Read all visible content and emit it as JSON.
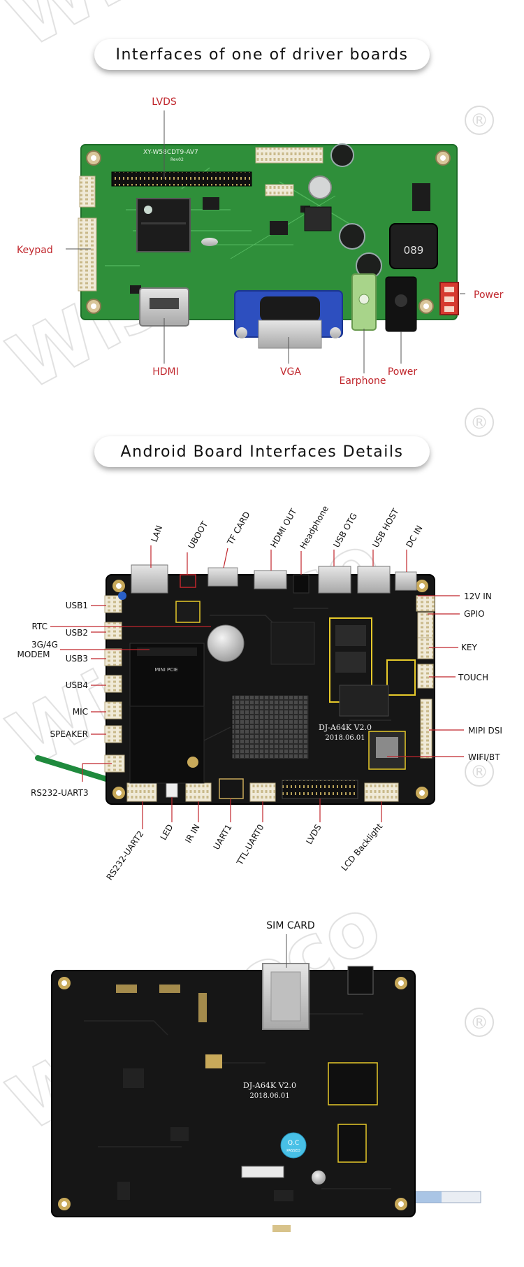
{
  "section1": {
    "title": "Interfaces of one of driver boards",
    "labels": {
      "lvds": "LVDS",
      "keypad": "Keypad",
      "power_right": "Power",
      "hdmi": "HDMI",
      "vga": "VGA",
      "earphone": "Earphone",
      "power_bottom": "Power"
    },
    "board_text": {
      "model": "XY-W58CDT9-AV7",
      "rev": "Rev02",
      "inductor": "089"
    }
  },
  "section2": {
    "title": "Android Board Interfaces Details",
    "labels": {
      "lan": "LAN",
      "uboot": "UBOOT",
      "tf_card": "TF CARD",
      "hdmi_out": "HDMI OUT",
      "headphone": "Headphone",
      "usb_otg": "USB OTG",
      "usb_host": "USB HOST",
      "dc_in": "DC IN",
      "usb1": "USB1",
      "rtc": "RTC",
      "usb2": "USB2",
      "modem_line1": "3G/4G",
      "modem_line2": "MODEM",
      "usb3": "USB3",
      "usb4": "USB4",
      "mic": "MIC",
      "speaker": "SPEAKER",
      "rs232_uart3": "RS232-UART3",
      "v12_in": "12V IN",
      "gpio": "GPIO",
      "key": "KEY",
      "touch": "TOUCH",
      "mipi_dsi": "MIPI DSI",
      "wifi_bt": "WIFI/BT",
      "rs232_uart2": "RS232-UART2",
      "led": "LED",
      "ir_in": "IR IN",
      "uart1": "UART1",
      "ttl_uart0": "TTL-UART0",
      "lvds": "LVDS",
      "lcd_backlight": "LCD Backlight"
    },
    "board_text": {
      "model": "DJ-A64K V2.0",
      "date": "2018.06.01",
      "pcie": "MINI PCIE"
    }
  },
  "section3": {
    "labels": {
      "sim_card": "SIM CARD"
    },
    "board_text": {
      "model": "DJ-A64K V2.0",
      "date": "2018.06.01",
      "qc": "Q.C",
      "qc_sub": "PASSED"
    }
  },
  "watermark": {
    "text": "Wisecoco",
    "symbol": "®"
  },
  "colors": {
    "label_red": "#c0262c",
    "label_dark": "#111111",
    "board_green": "#2f8f3a",
    "board_black": "#161616"
  }
}
